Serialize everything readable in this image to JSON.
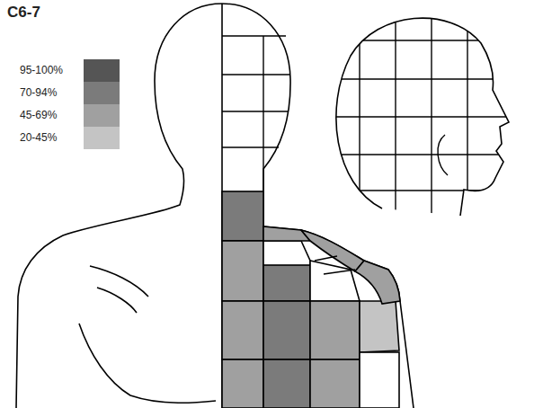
{
  "diagram": {
    "title": "C6-7",
    "legend": [
      {
        "text": "95-100%",
        "color": "#555555"
      },
      {
        "text": "70-94%",
        "color": "#7b7b7b"
      },
      {
        "text": "45-69%",
        "color": "#a0a0a0"
      },
      {
        "text": "20-45%",
        "color": "#c4c4c4"
      }
    ]
  }
}
